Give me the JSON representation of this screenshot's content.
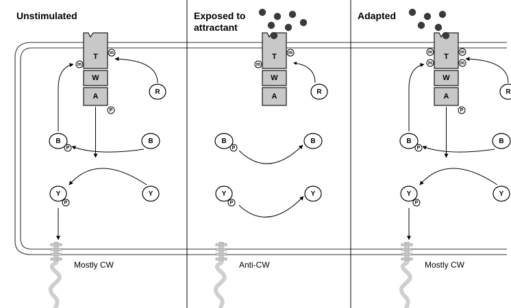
{
  "panels": [
    {
      "title": [
        "Unstimulated"
      ],
      "state": "unstimulated",
      "motor_label": "Mostly CW"
    },
    {
      "title": [
        "Exposed to",
        "attractant"
      ],
      "state": "exposed",
      "motor_label": "Anti-CW"
    },
    {
      "title": [
        "Adapted"
      ],
      "state": "adapted",
      "motor_label": "Mostly CW"
    }
  ],
  "labels": {
    "receptor_T": "T",
    "receptor_W": "W",
    "receptor_A": "A",
    "methylase_R": "R",
    "protein_B": "B",
    "protein_Y": "Y",
    "phospho": "P",
    "methyl": "m"
  },
  "colors": {
    "receptor_fill": "#c8c8c8",
    "attractant": "#3a3a3a",
    "flagellum": "#cfcfcf"
  }
}
